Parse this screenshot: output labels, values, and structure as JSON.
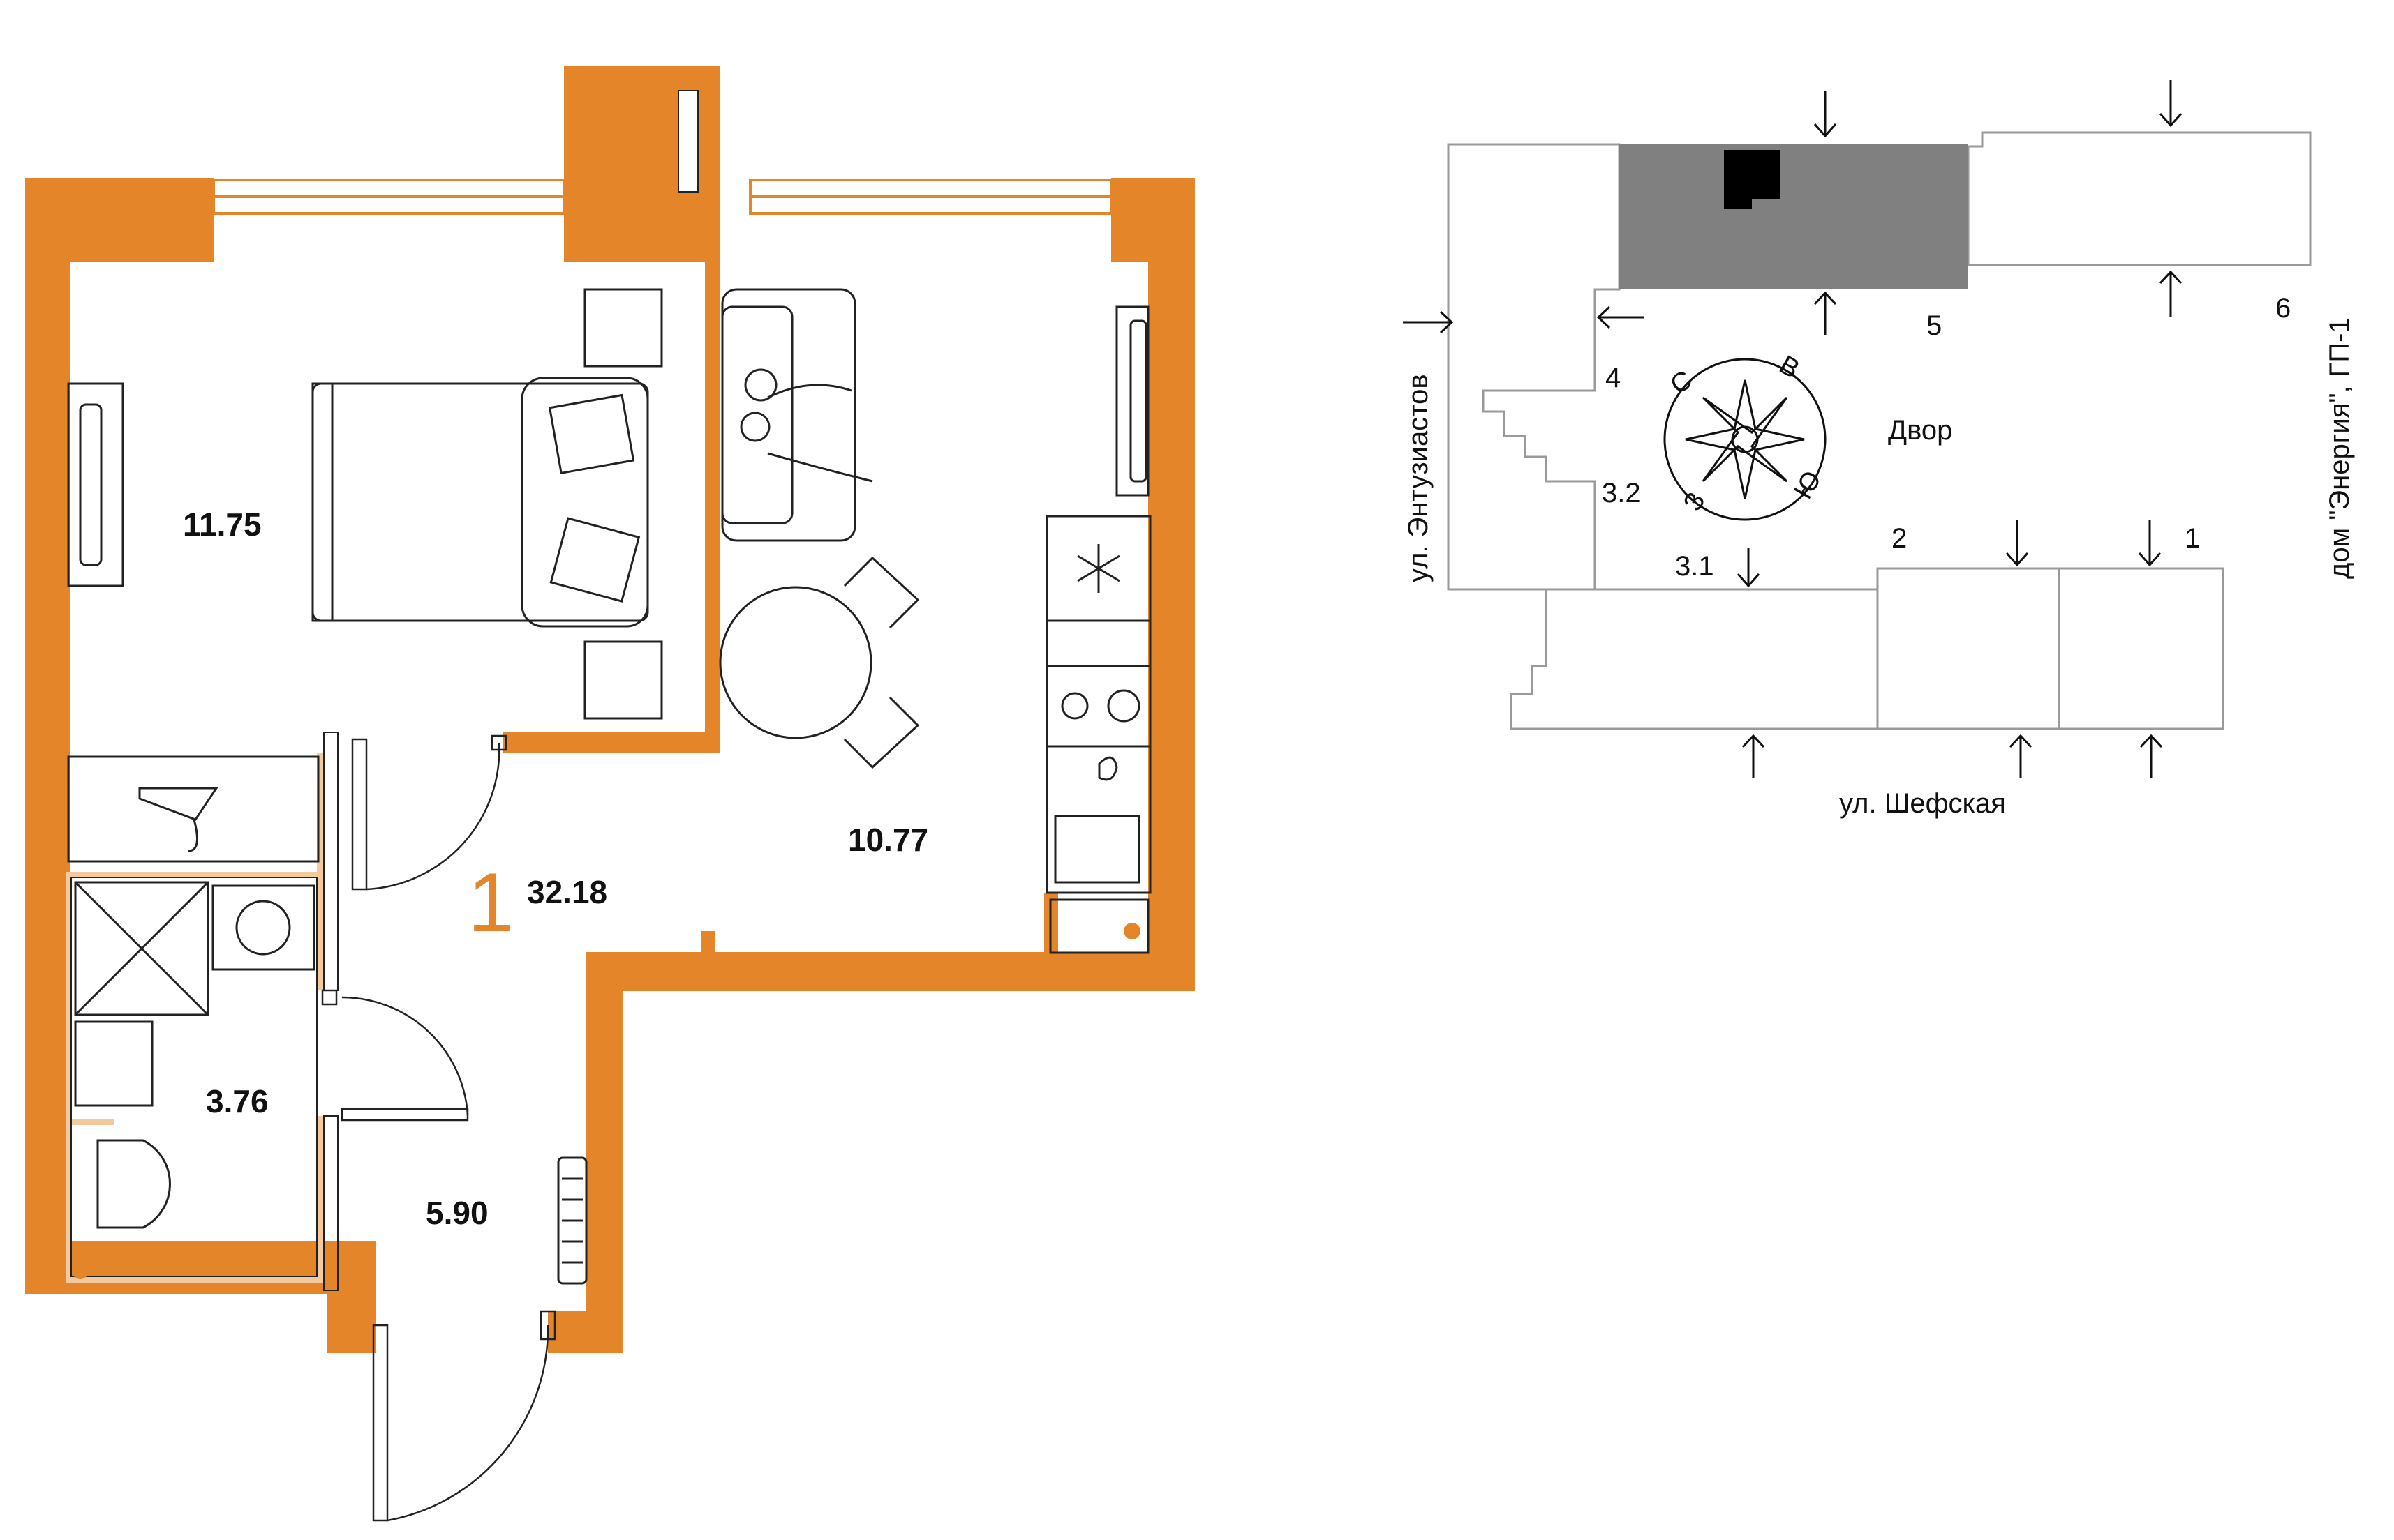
{
  "colors": {
    "wall": "#E5852A",
    "wall_light": "#F4C9A0",
    "line": "#222222",
    "building": "#808080",
    "outline": "#9A9A9A"
  },
  "plan": {
    "apartment_number": "1",
    "total_area": "32.18",
    "rooms": {
      "bedroom": "11.75",
      "kitchen_living": "10.77",
      "bathroom": "3.76",
      "hallway": "5.90"
    }
  },
  "site": {
    "yard": "Двор",
    "sections": [
      "1",
      "2",
      "3.1",
      "3.2",
      "4",
      "5",
      "6"
    ],
    "streets": {
      "bottom": "ул. Шефская",
      "left": "ул. Энтузиастов",
      "right": "дом \"Энергия\", ГП-1"
    },
    "compass": {
      "n": "С",
      "e": "В",
      "s": "Ю",
      "w": "З"
    }
  }
}
